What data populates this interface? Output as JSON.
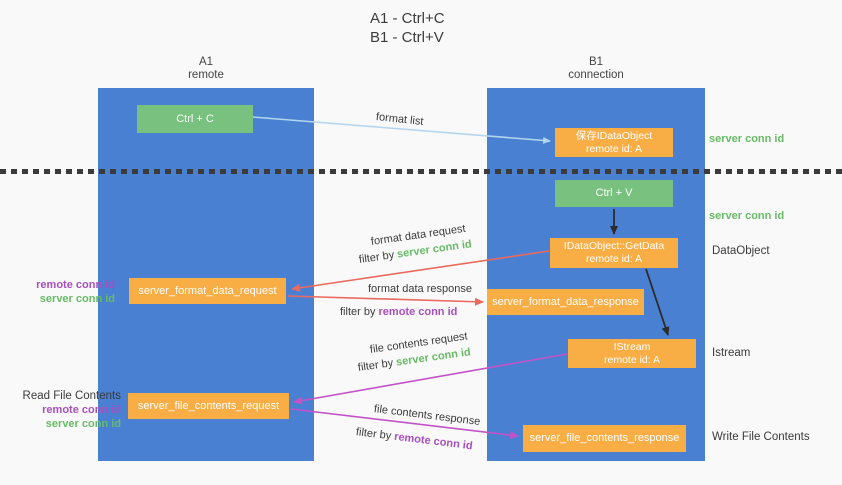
{
  "title": {
    "line1": "A1 - Ctrl+C",
    "line2": "B1 - Ctrl+V"
  },
  "columns": {
    "left": {
      "name": "A1",
      "role": "remote"
    },
    "right": {
      "name": "B1",
      "role": "connection"
    }
  },
  "nodes": {
    "ctrl_c": "Ctrl + C",
    "ctrl_v": "Ctrl + V",
    "save_idataobject": {
      "line1": "保存IDataObject",
      "line2": "remote id: A"
    },
    "getdata": {
      "line1": "IDataObject::GetData",
      "line2": "remote id: A"
    },
    "istream": {
      "line1": "IStream",
      "line2": "remote id: A"
    },
    "format_request": "server_format_data_request",
    "format_response": "server_format_data_response",
    "file_request": "server_file_contents_request",
    "file_response": "server_file_contents_response"
  },
  "edge_labels": {
    "format_list": "format list",
    "format_data_request": "format data request",
    "format_data_response": "format data response",
    "file_contents_request": "file contents request",
    "file_contents_response": "file contents response",
    "filter_by": "filter by ",
    "server_conn_id": "server conn id",
    "remote_conn_id": "remote conn id"
  },
  "side_labels": {
    "server_conn_id_top": "server conn id",
    "server_conn_id_mid": "server conn id",
    "dataobject": "DataObject",
    "istream": "Istream",
    "write_file_contents": "Write File Contents",
    "read_file_contents": "Read File Contents",
    "remote_conn_id": "remote conn id",
    "server_conn_id": "server conn id"
  },
  "colors": {
    "column_blue": "#4a80d2",
    "node_green": "#79c17e",
    "node_orange": "#f9ad45",
    "arrow_light_blue": "#b3d6ee",
    "arrow_black": "#2b2b2b",
    "arrow_red": "#e96a5e",
    "arrow_magenta": "#c352c8",
    "text_green": "#67bb66",
    "text_purple": "#a84fc0",
    "background": "#f9f9f9"
  }
}
